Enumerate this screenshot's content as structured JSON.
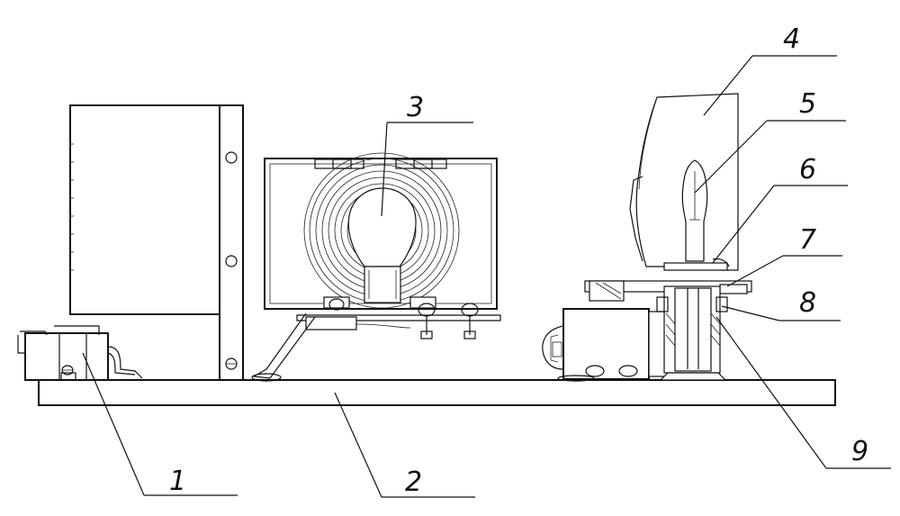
{
  "callouts": [
    {
      "id": "1",
      "text": "1"
    },
    {
      "id": "2",
      "text": "2"
    },
    {
      "id": "3",
      "text": "3"
    },
    {
      "id": "4",
      "text": "4"
    },
    {
      "id": "5",
      "text": "5"
    },
    {
      "id": "6",
      "text": "6"
    },
    {
      "id": "7",
      "text": "7"
    },
    {
      "id": "8",
      "text": "8"
    },
    {
      "id": "9",
      "text": "9"
    }
  ],
  "colors": {
    "ink": "#111111",
    "background": "#ffffff"
  }
}
